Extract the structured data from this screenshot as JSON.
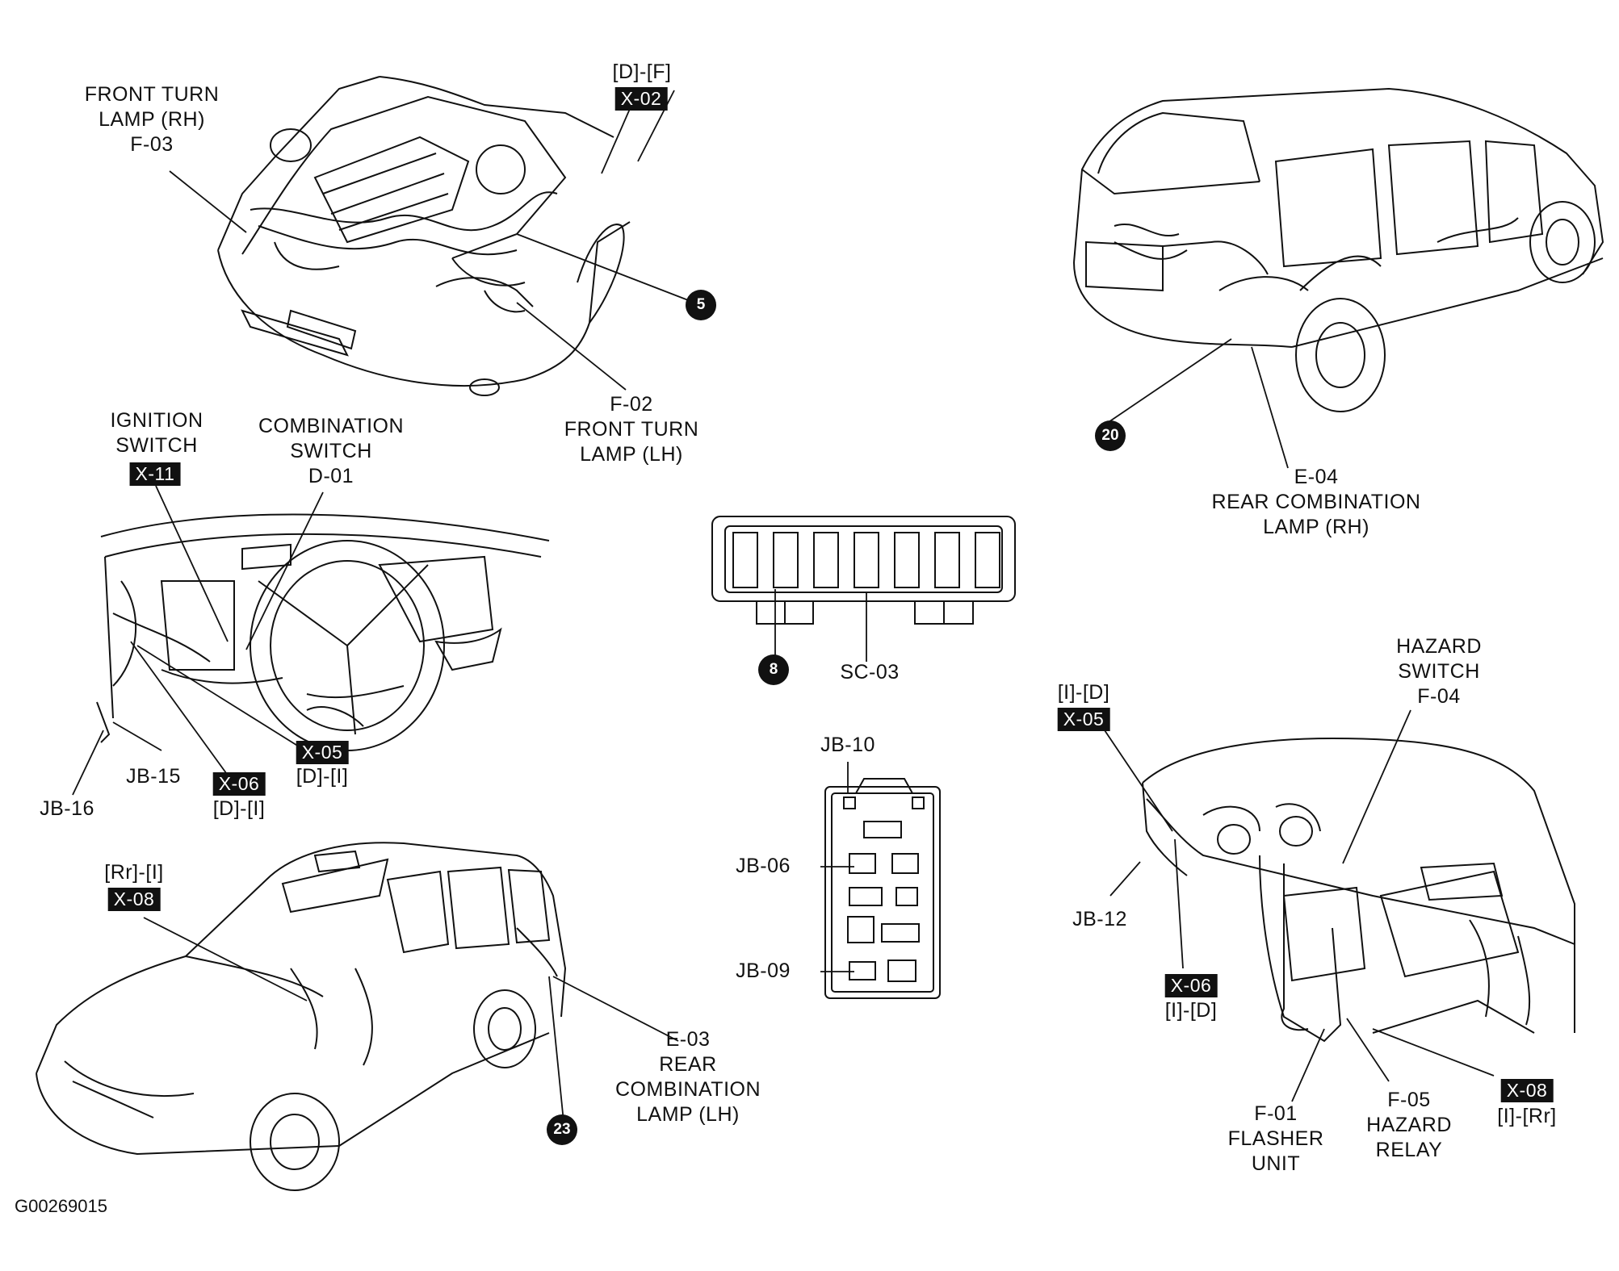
{
  "front_turn_rh": {
    "line1": "FRONT TURN",
    "line2": "LAMP (RH)",
    "code": "F-03"
  },
  "x02": {
    "range": "[D]-[F]",
    "badge": "X-02"
  },
  "marker5": "5",
  "front_turn_lh": {
    "code": "F-02",
    "line1": "FRONT TURN",
    "line2": "LAMP (LH)"
  },
  "ignition": {
    "line1": "IGNITION",
    "line2": "SWITCH",
    "badge": "X-11"
  },
  "combination_switch": {
    "line1": "COMBINATION",
    "line2": "SWITCH",
    "code": "D-01"
  },
  "jb15": "JB-15",
  "jb16": "JB-16",
  "x06_left": {
    "badge": "X-06",
    "range": "[D]-[I]"
  },
  "x05_left": {
    "badge": "X-05",
    "range": "[D]-[I]"
  },
  "marker8": "8",
  "sc03": "SC-03",
  "marker20": "20",
  "rear_comb_rh": {
    "code": "E-04",
    "line1": "REAR COMBINATION",
    "line2": "LAMP (RH)"
  },
  "jb10": "JB-10",
  "jb06": "JB-06",
  "jb09": "JB-09",
  "hazard_switch": {
    "line1": "HAZARD",
    "line2": "SWITCH",
    "code": "F-04"
  },
  "x05_right": {
    "range": "[I]-[D]",
    "badge": "X-05"
  },
  "jb12": "JB-12",
  "x06_right": {
    "badge": "X-06",
    "range": "[I]-[D]"
  },
  "flasher": {
    "code": "F-01",
    "line1": "FLASHER",
    "line2": "UNIT"
  },
  "hazard_relay": {
    "code": "F-05",
    "line1": "HAZARD",
    "line2": "RELAY"
  },
  "x08_right": {
    "badge": "X-08",
    "range": "[I]-[Rr]"
  },
  "x08_left": {
    "range": "[Rr]-[I]",
    "badge": "X-08"
  },
  "rear_comb_lh": {
    "code": "E-03",
    "line1": "REAR",
    "line2": "COMBINATION",
    "line3": "LAMP (LH)"
  },
  "marker23": "23",
  "figure_code": "G00269015"
}
